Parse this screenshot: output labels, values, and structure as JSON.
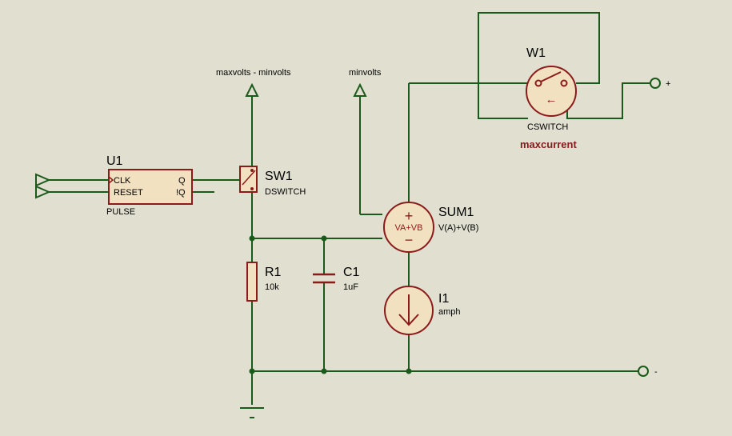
{
  "colors": {
    "background": "#e0dfd0",
    "wire": "#1a5a1a",
    "component": "#8b1a1a",
    "component_fill": "#f2e1c0",
    "text": "#000000"
  },
  "terminals": {
    "maxvolts_minus_minvolts": "maxvolts - minvolts",
    "minvolts": "minvolts",
    "plus": "+",
    "minus": "-"
  },
  "u1": {
    "ref": "U1",
    "type": "PULSE",
    "pin_clk": "CLK",
    "pin_reset": "RESET",
    "pin_q": "Q",
    "pin_iq": "!Q"
  },
  "sw1": {
    "ref": "SW1",
    "type": "DSWITCH"
  },
  "r1": {
    "ref": "R1",
    "value": "10k"
  },
  "c1": {
    "ref": "C1",
    "value": "1uF"
  },
  "sum1": {
    "ref": "SUM1",
    "formula": "V(A)+V(B)",
    "body": "VA+VB",
    "plus": "+",
    "minus": "−"
  },
  "i1": {
    "ref": "I1",
    "value": "amph"
  },
  "w1": {
    "ref": "W1",
    "type": "CSWITCH",
    "value": "maxcurrent",
    "arrow": "←"
  },
  "icons": [
    "generator-terminal-icon",
    "power-terminal-icon",
    "ground-icon",
    "junction-dot-icon"
  ]
}
